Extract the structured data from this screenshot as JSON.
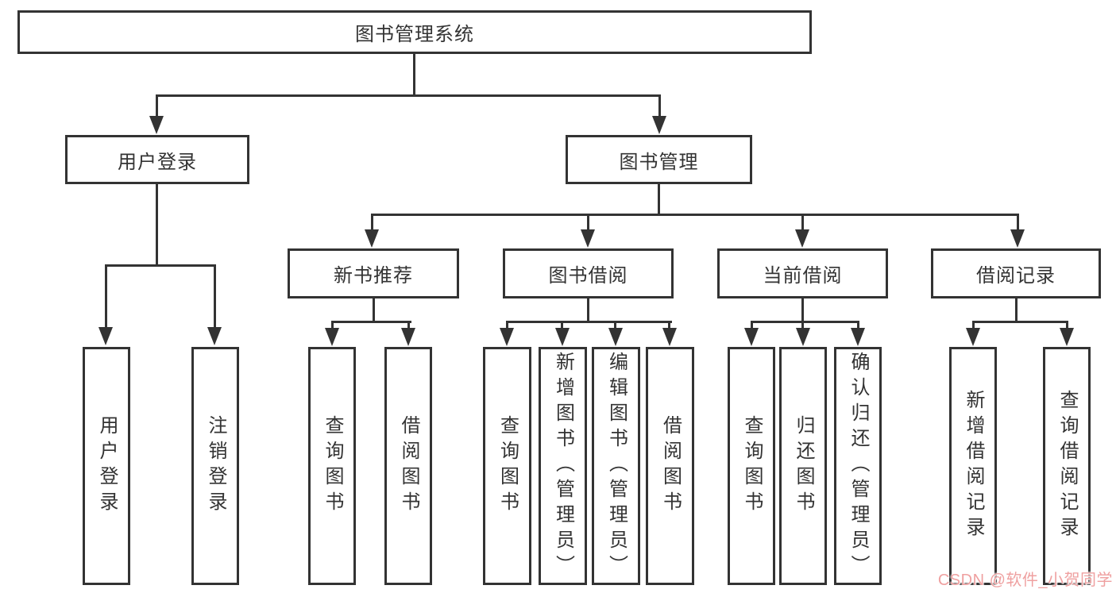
{
  "root": {
    "label": "图书管理系统"
  },
  "level2": {
    "user_login": {
      "label": "用户登录"
    },
    "book_mgmt": {
      "label": "图书管理"
    }
  },
  "level3": {
    "new_book": {
      "label": "新书推荐"
    },
    "borrow": {
      "label": "图书借阅"
    },
    "current": {
      "label": "当前借阅"
    },
    "records": {
      "label": "借阅记录"
    }
  },
  "leaves": {
    "user_login": {
      "label": "用户登录"
    },
    "logout": {
      "label": "注销登录"
    },
    "nb_query": {
      "label": "查询图书"
    },
    "nb_borrow": {
      "label": "借阅图书"
    },
    "bb_query": {
      "label": "查询图书"
    },
    "bb_add": {
      "label": "新增图书（管理员）"
    },
    "bb_edit": {
      "label": "编辑图书（管理员）"
    },
    "bb_borrow": {
      "label": "借阅图书"
    },
    "cb_query": {
      "label": "查询图书"
    },
    "cb_return": {
      "label": "归还图书"
    },
    "cb_confirm": {
      "label": "确认归还（管理员）"
    },
    "br_add": {
      "label": "新增借阅记录"
    },
    "br_query": {
      "label": "查询借阅记录"
    }
  },
  "watermark": {
    "text": "CSDN @软件_小贺同学",
    "color": "#EFA0A0"
  },
  "colors": {
    "line": "#333333",
    "text": "#333333",
    "background": "#ffffff"
  }
}
